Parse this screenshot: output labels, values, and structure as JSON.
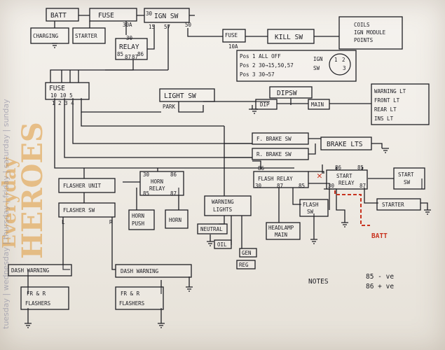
{
  "watermark": {
    "heroes": "HEROES",
    "everyday": "Everyday",
    "weekdays": "tuesday | wednesday | thursday | friday | saturday | sunday"
  },
  "components": {
    "batt": "BATT",
    "fuse_top": "FUSE",
    "fuse_top_rating": "30A",
    "ign_sw": "IGN SW",
    "ign_terminal_30": "30",
    "ign_terminal_15": "15",
    "ign_terminal_57": "57",
    "ign_terminal_50": "50",
    "charging": "CHARGING",
    "starter": "STARTER",
    "relay": "RELAY",
    "relay_30": "30",
    "relay_85": "85",
    "relay_86": "86",
    "relay_87": "87",
    "relay_87b": "87",
    "fuse_10a": "FUSE",
    "fuse_10a_rating": "10A",
    "kill_sw": "KILL SW",
    "coils_line1": "COILS",
    "coils_line2": "IGN MODULE",
    "coils_line3": "POINTS",
    "ign_pos_line1": "Pos 1  ALL OFF",
    "ign_pos_line2": "Pos 2  30→15,50,57",
    "ign_pos_line3": "Pos 3   30→57",
    "ign_label": "IGN",
    "sw_label": "SW",
    "ign_pos_1": "1",
    "ign_pos_2": "2",
    "ign_pos_3": "3",
    "fuse_main": "FUSE",
    "fuse_main_ratings": "10   10   5",
    "fuse_main_outputs": "1    2   3   4",
    "light_sw": "LIGHT SW",
    "park": "PARK",
    "dip_sw": "DIPSW",
    "dip": "DIP",
    "main": "MAIN",
    "warning_lt_1": "WARNING LT",
    "warning_lt_2": "FRONT  LT",
    "warning_lt_3": "REAR   LT",
    "warning_lt_4": "INS    LT",
    "f_brake_sw": "F. BRAKE SW",
    "r_brake_sw": "R. BRAKE SW",
    "brake_lts": "BRAKE LTS",
    "flasher_unit": "FLASHER UNIT",
    "flasher_sw": "FLASHER SW",
    "flasher_l": "L",
    "flasher_r": "R",
    "horn_relay_1": "HORN",
    "horn_relay_2": "RELAY",
    "horn_30": "30",
    "horn_86": "86",
    "horn_85": "85",
    "horn_87": "87",
    "horn_push_1": "HORN",
    "horn_push_2": "PUSH",
    "horn": "HORN",
    "warning_lights_1": "WARNING",
    "warning_lights_2": "LIGHTS",
    "neutral": "NEUTRAL",
    "oil": "OIL",
    "gen": "GEN",
    "reg": "REG",
    "flash_relay": "FLASH RELAY",
    "flash_86": "86",
    "flash_30": "30",
    "flash_87": "87",
    "flash_85": "85",
    "flash_sw_1": "FLASH",
    "flash_sw_2": "SW",
    "headlamp_1": "HEADLAMP",
    "headlamp_2": "MAIN",
    "start_relay_1": "START",
    "start_relay_2": "RELAY",
    "start_86": "86",
    "start_85": "85",
    "start_30": "30",
    "start_87": "87",
    "start_sw_1": "START",
    "start_sw_2": "SW",
    "starter_right": "STARTER",
    "batt_red": "BATT",
    "red_x": "✕",
    "dash_warning_left": "DASH WARNING",
    "dash_warning_right": "DASH WARNING",
    "fr_r_left_1": "FR & R",
    "fr_r_left_2": "FLASHERS",
    "fr_r_right_1": "FR & R",
    "fr_r_right_2": "FLASHERS",
    "notes": "NOTES",
    "note_85": "85  - ve",
    "note_86": "86  + ve"
  },
  "colors": {
    "ink": "#1f1f24",
    "red_ink": "#c8331f",
    "watermark": "#e09a3a"
  }
}
